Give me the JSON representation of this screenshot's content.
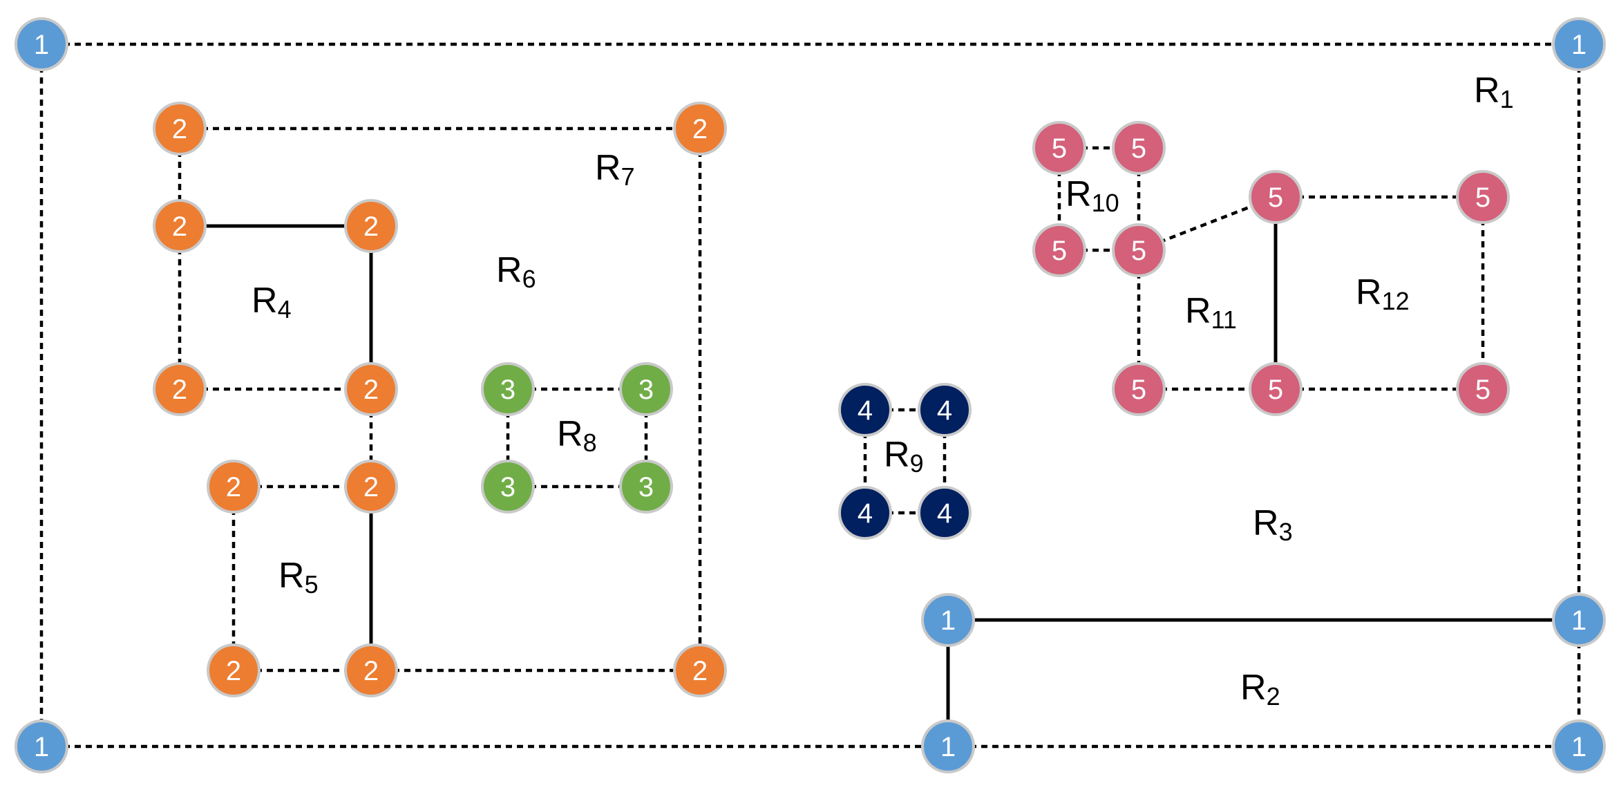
{
  "colors": {
    "group_1": "#5b9bd5",
    "group_2": "#ed7d31",
    "group_3": "#70ad47",
    "group_4": "#002060",
    "group_5": "#d4607a",
    "node_border": "#c9c9c9",
    "edge": "#000000"
  },
  "nodes": [
    {
      "id": "a1",
      "label": "1",
      "group": "group_1"
    },
    {
      "id": "a2",
      "label": "1",
      "group": "group_1"
    },
    {
      "id": "a3",
      "label": "1",
      "group": "group_1"
    },
    {
      "id": "a4",
      "label": "1",
      "group": "group_1"
    },
    {
      "id": "a5",
      "label": "1",
      "group": "group_1"
    },
    {
      "id": "a6",
      "label": "1",
      "group": "group_1"
    },
    {
      "id": "b1",
      "label": "2",
      "group": "group_2"
    },
    {
      "id": "b2",
      "label": "2",
      "group": "group_2"
    },
    {
      "id": "b3",
      "label": "2",
      "group": "group_2"
    },
    {
      "id": "b4",
      "label": "2",
      "group": "group_2"
    },
    {
      "id": "b5",
      "label": "2",
      "group": "group_2"
    },
    {
      "id": "b6",
      "label": "2",
      "group": "group_2"
    },
    {
      "id": "b7",
      "label": "2",
      "group": "group_2"
    },
    {
      "id": "b8",
      "label": "2",
      "group": "group_2"
    },
    {
      "id": "b9",
      "label": "2",
      "group": "group_2"
    },
    {
      "id": "b10",
      "label": "2",
      "group": "group_2"
    },
    {
      "id": "b11",
      "label": "2",
      "group": "group_2"
    },
    {
      "id": "c1",
      "label": "3",
      "group": "group_3"
    },
    {
      "id": "c2",
      "label": "3",
      "group": "group_3"
    },
    {
      "id": "c3",
      "label": "3",
      "group": "group_3"
    },
    {
      "id": "c4",
      "label": "3",
      "group": "group_3"
    },
    {
      "id": "d1",
      "label": "4",
      "group": "group_4"
    },
    {
      "id": "d2",
      "label": "4",
      "group": "group_4"
    },
    {
      "id": "d3",
      "label": "4",
      "group": "group_4"
    },
    {
      "id": "d4",
      "label": "4",
      "group": "group_4"
    },
    {
      "id": "e1",
      "label": "5",
      "group": "group_5"
    },
    {
      "id": "e2",
      "label": "5",
      "group": "group_5"
    },
    {
      "id": "e3",
      "label": "5",
      "group": "group_5"
    },
    {
      "id": "e4",
      "label": "5",
      "group": "group_5"
    },
    {
      "id": "e5",
      "label": "5",
      "group": "group_5"
    },
    {
      "id": "e6",
      "label": "5",
      "group": "group_5"
    },
    {
      "id": "e7",
      "label": "5",
      "group": "group_5"
    },
    {
      "id": "e8",
      "label": "5",
      "group": "group_5"
    },
    {
      "id": "e9",
      "label": "5",
      "group": "group_5"
    }
  ],
  "edges": [
    {
      "from": "a1",
      "to": "a2",
      "style": "dashed"
    },
    {
      "from": "a1",
      "to": "a3",
      "style": "dashed"
    },
    {
      "from": "a3",
      "to": "a5",
      "style": "dashed"
    },
    {
      "from": "a5",
      "to": "a6",
      "style": "dashed"
    },
    {
      "from": "a2",
      "to": "a4",
      "style": "dashed"
    },
    {
      "from": "a4",
      "to": "a6",
      "style": "dashed"
    },
    {
      "from": "a4",
      "to": "b0",
      "style": "none"
    },
    {
      "from": "b1",
      "to": "b2",
      "style": "dashed"
    },
    {
      "from": "b1",
      "to": "b3",
      "style": "dashed"
    },
    {
      "from": "b3",
      "to": "b4",
      "style": "solid"
    },
    {
      "from": "b3",
      "to": "b5",
      "style": "dashed"
    },
    {
      "from": "b4",
      "to": "b6",
      "style": "solid"
    },
    {
      "from": "b5",
      "to": "b6",
      "style": "dashed"
    },
    {
      "from": "b6",
      "to": "b8",
      "style": "dashed"
    },
    {
      "from": "b7",
      "to": "b8",
      "style": "dashed"
    },
    {
      "from": "b7",
      "to": "b9",
      "style": "dashed"
    },
    {
      "from": "b8",
      "to": "b10",
      "style": "solid"
    },
    {
      "from": "b9",
      "to": "b10",
      "style": "dashed"
    },
    {
      "from": "b10",
      "to": "b11",
      "style": "dashed"
    },
    {
      "from": "b2",
      "to": "b11",
      "style": "dashed"
    },
    {
      "from": "c1",
      "to": "c2",
      "style": "dashed"
    },
    {
      "from": "c1",
      "to": "c3",
      "style": "dashed"
    },
    {
      "from": "c2",
      "to": "c4",
      "style": "dashed"
    },
    {
      "from": "c3",
      "to": "c4",
      "style": "dashed"
    },
    {
      "from": "d1",
      "to": "d2",
      "style": "dashed"
    },
    {
      "from": "d1",
      "to": "d3",
      "style": "dashed"
    },
    {
      "from": "d2",
      "to": "d4",
      "style": "dashed"
    },
    {
      "from": "d3",
      "to": "d4",
      "style": "dashed"
    },
    {
      "from": "e1",
      "to": "e2",
      "style": "dashed"
    },
    {
      "from": "e1",
      "to": "e4",
      "style": "dashed"
    },
    {
      "from": "e2",
      "to": "e5",
      "style": "dashed"
    },
    {
      "from": "e4",
      "to": "e5",
      "style": "dashed"
    },
    {
      "from": "e5",
      "to": "e3",
      "style": "dashed"
    },
    {
      "from": "e3",
      "to": "e6",
      "style": "dashed"
    },
    {
      "from": "e3",
      "to": "e8",
      "style": "solid"
    },
    {
      "from": "e5",
      "to": "e7",
      "style": "dashed"
    },
    {
      "from": "e7",
      "to": "e8",
      "style": "dashed"
    },
    {
      "from": "e8",
      "to": "e9",
      "style": "dashed"
    },
    {
      "from": "e6",
      "to": "e9",
      "style": "dashed"
    },
    {
      "from": "a7",
      "to": "a4b",
      "style": "solid"
    }
  ],
  "regions": [
    {
      "id": "R1",
      "main": "R",
      "sub": "1"
    },
    {
      "id": "R2",
      "main": "R",
      "sub": "2"
    },
    {
      "id": "R3",
      "main": "R",
      "sub": "3"
    },
    {
      "id": "R4",
      "main": "R",
      "sub": "4"
    },
    {
      "id": "R5",
      "main": "R",
      "sub": "5"
    },
    {
      "id": "R6",
      "main": "R",
      "sub": "6"
    },
    {
      "id": "R7",
      "main": "R",
      "sub": "7"
    },
    {
      "id": "R8",
      "main": "R",
      "sub": "8"
    },
    {
      "id": "R9",
      "main": "R",
      "sub": "9"
    },
    {
      "id": "R10",
      "main": "R",
      "sub": "10"
    },
    {
      "id": "R11",
      "main": "R",
      "sub": "11"
    },
    {
      "id": "R12",
      "main": "R",
      "sub": "12"
    }
  ]
}
